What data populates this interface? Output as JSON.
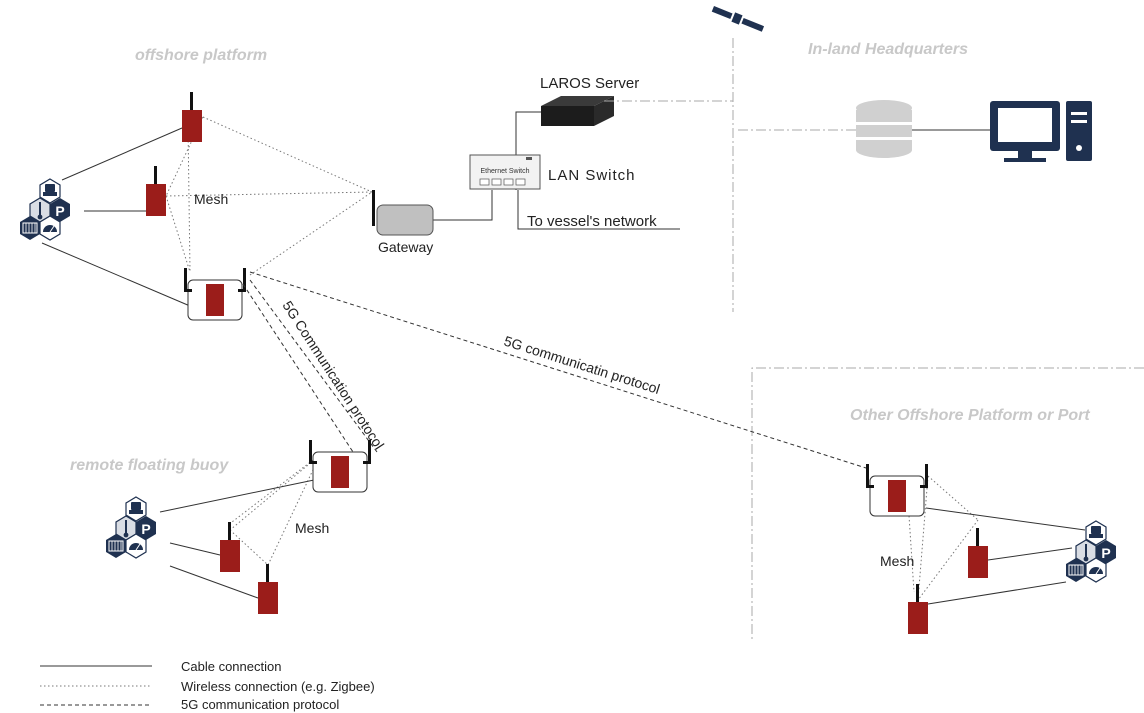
{
  "zones": {
    "offshore": "offshore platform",
    "headquarters": "In-land Headquarters",
    "buoy": "remote floating buoy",
    "other": "Other Offshore Platform or Port"
  },
  "labels": {
    "server": "LAROS Server",
    "switch": "LAN Switch",
    "switch_plate": "Ethernet Switch",
    "vessel": "To vessel's network",
    "gateway": "Gateway",
    "mesh": "Mesh",
    "link_5g_a": "5G Communication protocol",
    "link_5g_b": "5G communicatin protocol"
  },
  "legend": {
    "cable": "Cable connection",
    "wireless": "Wireless connection (e.g. Zigbee)",
    "fiveg": "5G communication protocol"
  },
  "colors": {
    "node": "#9b1d1a",
    "navy": "#1f3150",
    "zone_title": "#c8c8c8"
  },
  "icons": {
    "satellite": "satellite-icon",
    "database": "database-icon",
    "computer": "computer-icon",
    "sensor_cluster": "sensor-cluster-icon"
  }
}
